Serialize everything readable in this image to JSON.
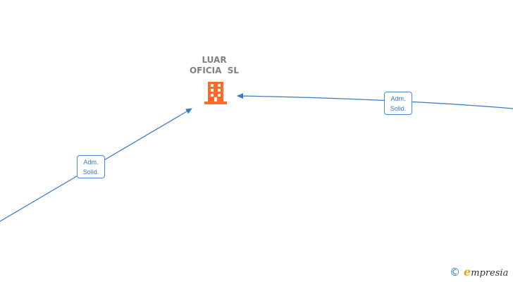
{
  "company": {
    "name_line1": "LUAR",
    "name_line2": "OFICIA  SL",
    "icon": "building-icon",
    "icon_color": "#ff6a2b"
  },
  "relations": [
    {
      "label_line1": "Adm.",
      "label_line2": "Solid."
    },
    {
      "label_line1": "Adm.",
      "label_line2": "Solid."
    }
  ],
  "colors": {
    "edge": "#3a78c8",
    "label_border": "#4a86d6",
    "company_text": "#808080",
    "brand_accent": "#e8a21b"
  },
  "footer": {
    "copyright_symbol": "©",
    "brand_first_letter": "e",
    "brand_rest": "mpresia"
  }
}
